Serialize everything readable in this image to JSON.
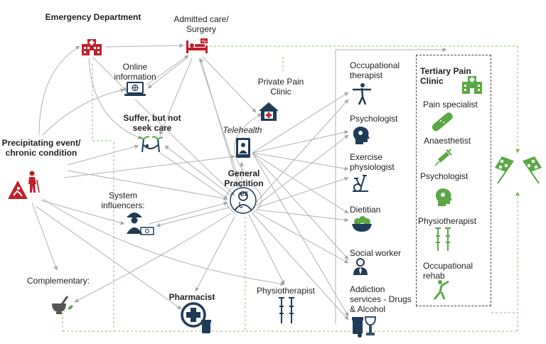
{
  "nodes": {
    "emergency": "Emergency Department",
    "admitted": "Admitted care/ Surgery",
    "online": "Online information",
    "private_pain": "Private Pain Clinic",
    "suffer": "Suffer, but not seek care",
    "telehealth": "Telehealth",
    "precipitating": "Precipitating event/ chronic condition",
    "gp": "General Practition er",
    "system_influencers": "System influencers:",
    "complementary": "Complementary:",
    "pharmacist": "Pharmacist",
    "physio": "Physiotherapist",
    "occ_therapist": "Occupational therapist",
    "psychologist": "Psychologist",
    "exercise": "Exercise physiologist",
    "dietitian": "Dietitian",
    "social_worker": "Social worker",
    "addiction": "Addiction services - Drugs & Alcohol"
  },
  "tertiary": {
    "title": "Tertiary Pain Clinic",
    "items": [
      "Pain specialist",
      "Anaesthetist",
      "Psychologist",
      "Physiotherapist",
      "Occupational rehab"
    ]
  },
  "colors": {
    "navy": "#1f3b57",
    "red": "#c0202a",
    "green": "#5aa846",
    "grey_line": "#b0b0b0",
    "dash_green": "#8cc36a"
  },
  "icons": [
    "hospital-icon",
    "hospital-bed-icon",
    "laptop-icon",
    "house-cross-icon",
    "hammock-icon",
    "tablet-doctor-icon",
    "doctor-icon",
    "warning-fall-icon",
    "worker-cash-icon",
    "mortar-pestle-icon",
    "pharmacy-cross-icon",
    "crutches-icon",
    "stretch-person-icon",
    "head-brain-icon",
    "exercise-bike-icon",
    "salad-bowl-icon",
    "person-tie-icon",
    "pills-wine-icon",
    "bandage-icon",
    "syringe-icon",
    "checkered-flags-icon"
  ]
}
